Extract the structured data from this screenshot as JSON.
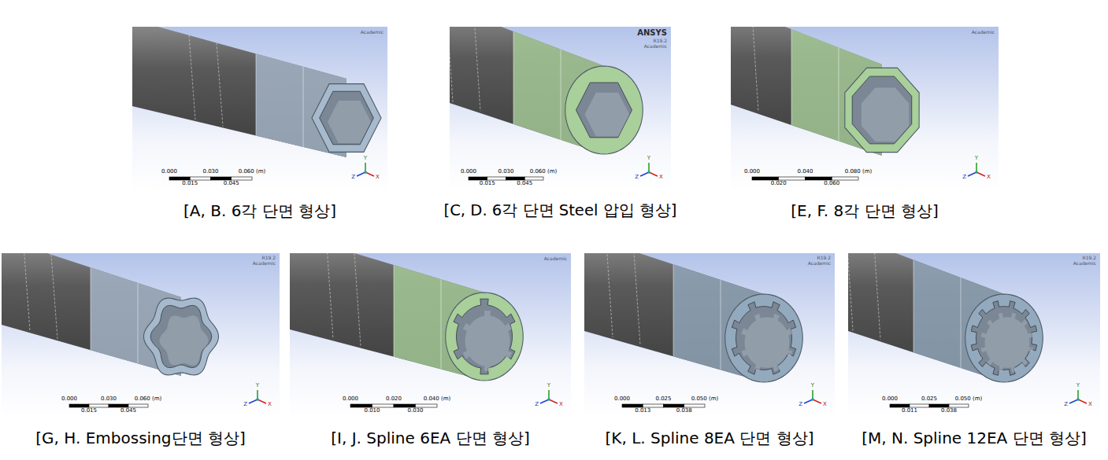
{
  "diagram": {
    "nodes": [
      {
        "text": [
          "[A, B. 6각 단면 형상]"
        ]
      },
      {
        "text": [
          "[C, D. 6각 단면 Steel 압입 형상]"
        ]
      },
      {
        "text": [
          "[E, F. 8각 단면 형상]"
        ]
      },
      {
        "text": [
          "[G, H. Embossing단면 형상]"
        ]
      },
      {
        "text": [
          "[I, J. Spline 6EA 단면 형상]"
        ]
      },
      {
        "text": [
          "[K, L. Spline 8EA 단면 형상]"
        ]
      },
      {
        "text": [
          "[M, N. Spline 12EA 단면 형상]"
        ]
      }
    ],
    "labels": [
      "Academic",
      "0.000",
      "0.030",
      "0.060 (m)",
      "0.015",
      "0.045",
      "Y",
      "X",
      "Z",
      "ANSYS",
      "R19.2",
      "Academic",
      "0.000",
      "0.030",
      "0.060 (m)",
      "0.015",
      "0.045",
      "Y",
      "X",
      "Z",
      "Academic",
      "0.000",
      "0.040",
      "0.080 (m)",
      "0.020",
      "0.060",
      "Y",
      "X",
      "Z",
      "R19.2",
      "Academic",
      "0.000",
      "0.030",
      "0.060 (m)",
      "0.015",
      "0.045",
      "Y",
      "X",
      "Z",
      "Academic",
      "0.000",
      "0.020",
      "0.040 (m)",
      "0.010",
      "0.030",
      "Y",
      "X",
      "Z",
      "R19.2",
      "Academic",
      "0.000",
      "0.025",
      "0.050 (m)",
      "0.013",
      "0.038",
      "Y",
      "X",
      "Z",
      "R19.2",
      "Academic",
      "0.000",
      "0.025",
      "0.050 (m)",
      "0.011",
      "0.038",
      "Y",
      "X",
      "Z"
    ]
  }
}
